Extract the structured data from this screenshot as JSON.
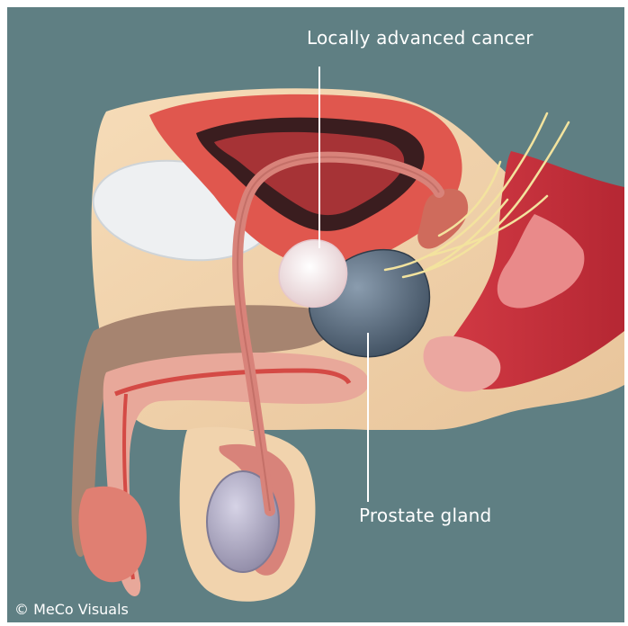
{
  "labels": {
    "cancer": "Locally advanced cancer",
    "prostate": "Prostate gland"
  },
  "credit": "© MeCo Visuals",
  "colors": {
    "background": "#5f7f83",
    "tissue": "#f1d3ad",
    "bladder_wall": "#e0574e",
    "prostate": "#5d6f82",
    "tumor": "#f1ece9",
    "vas_deferens": "#d8837a",
    "nerve": "#f3e39e"
  }
}
